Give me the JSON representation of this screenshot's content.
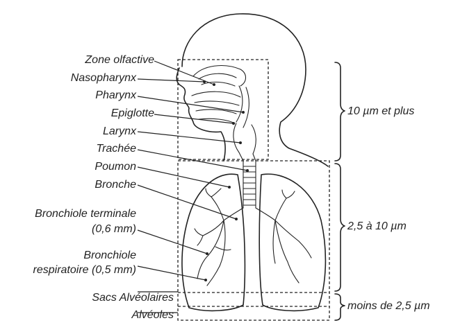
{
  "labels": {
    "zone_olfactive": "Zone olfactive",
    "nasopharynx": "Nasopharynx",
    "pharynx": "Pharynx",
    "epiglotte": "Epiglotte",
    "larynx": "Larynx",
    "trachee": "Trachée",
    "poumon": "Poumon",
    "bronche": "Bronche",
    "bronchiole_terminale_1": "Bronchiole terminale",
    "bronchiole_terminale_2": "(0,6 mm)",
    "bronchiole_respiratoire_1": "Bronchiole",
    "bronchiole_respiratoire_2": "respiratoire (0,5 mm)",
    "sacs_alveolaires": "Sacs Alvéolaires",
    "alveoles": "Alvéoles"
  },
  "zones": {
    "upper": "10 µm et plus",
    "middle": "2,5 à 10 µm",
    "lower": "moins de 2,5 µm"
  },
  "colors": {
    "ink": "#222222",
    "background": "#ffffff"
  }
}
